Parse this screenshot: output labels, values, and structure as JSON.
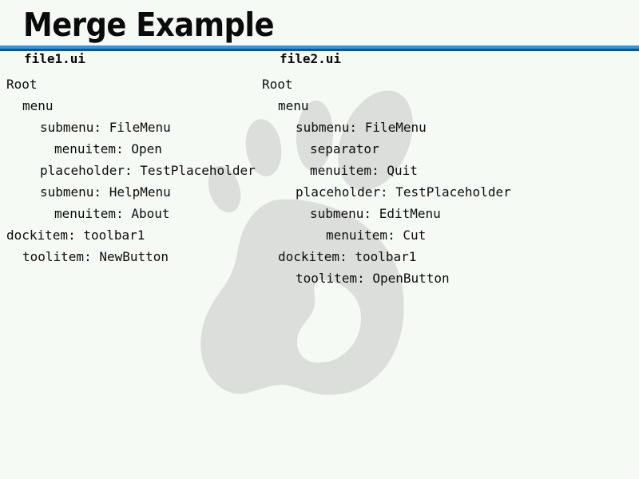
{
  "slide": {
    "title": "Merge Example",
    "background_color": "#f5faf5",
    "rule_top_color": "#3394e8",
    "rule_bottom_color": "#15538c",
    "text_color": "#0d0d0d",
    "watermark_color": "#dcdedc",
    "watermark_name": "gnome-foot-logo"
  },
  "columns": [
    {
      "header": "file1.ui",
      "lines": [
        {
          "text": "Root",
          "level": 0
        },
        {
          "text": "menu",
          "level": 1
        },
        {
          "text": "submenu: FileMenu",
          "level": 2
        },
        {
          "text": "menuitem: Open",
          "level": 3
        },
        {
          "text": "placeholder: TestPlaceholder",
          "level": 2
        },
        {
          "text": "submenu: HelpMenu",
          "level": 2
        },
        {
          "text": "menuitem: About",
          "level": 3
        },
        {
          "text": "dockitem: toolbar1",
          "level": 0
        },
        {
          "text": "toolitem: NewButton",
          "level": 1
        }
      ]
    },
    {
      "header": "file2.ui",
      "lines": [
        {
          "text": "Root",
          "level": 0
        },
        {
          "text": "menu",
          "level": 1
        },
        {
          "text": "submenu: FileMenu",
          "level": 2
        },
        {
          "text": "separator",
          "level": 3
        },
        {
          "text": "menuitem: Quit",
          "level": 3
        },
        {
          "text": "placeholder: TestPlaceholder",
          "level": 2
        },
        {
          "text": "submenu: EditMenu",
          "level": 3
        },
        {
          "text": "menuitem: Cut",
          "level": 4
        },
        {
          "text": "dockitem: toolbar1",
          "level": 1
        },
        {
          "text": "toolitem: OpenButton",
          "level": 2
        }
      ]
    }
  ]
}
